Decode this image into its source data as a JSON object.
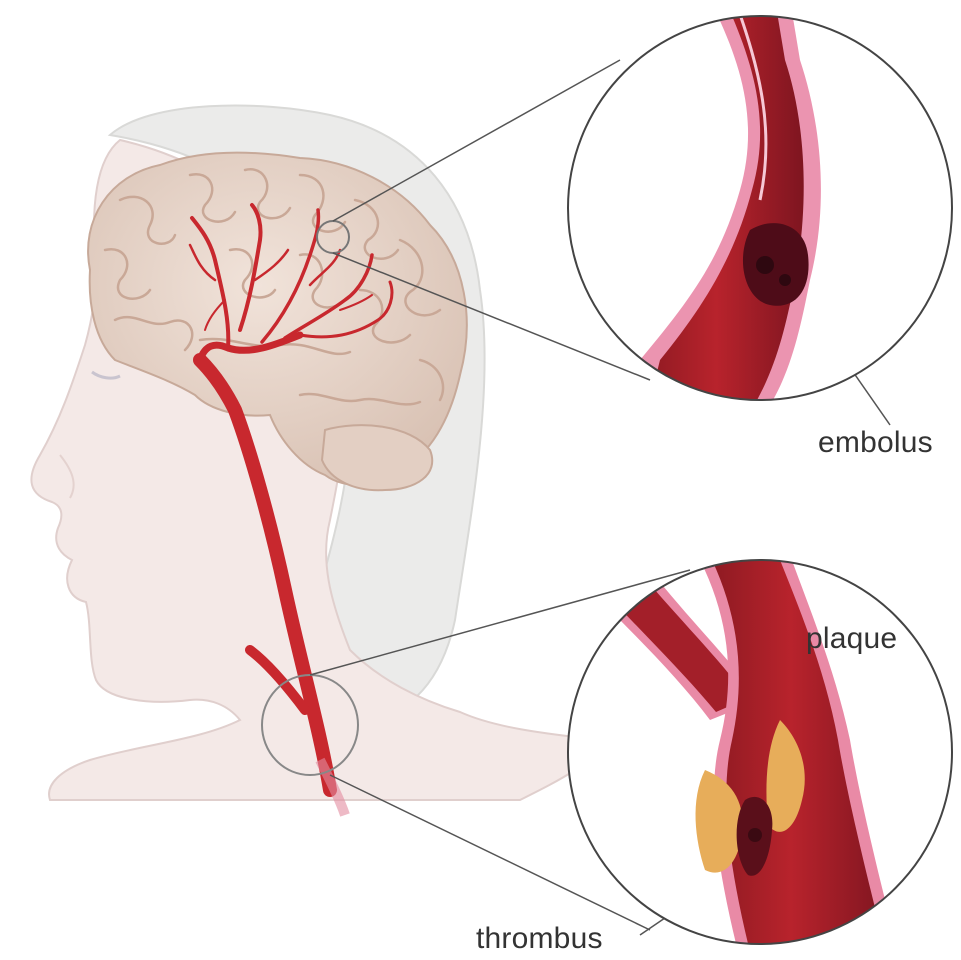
{
  "labels": {
    "embolus": "embolus",
    "plaque": "plaque",
    "thrombus": "thrombus"
  },
  "colors": {
    "artery": "#c8282e",
    "artery_dark": "#8e1a22",
    "vessel_wall": "#e98aa6",
    "plaque": "#e7ad5a",
    "clot": "#5a0f1a",
    "brain": "#ead8cc",
    "skin": "#f3e7e5",
    "hair": "#e8e8e6",
    "leader_line": "#555555"
  }
}
